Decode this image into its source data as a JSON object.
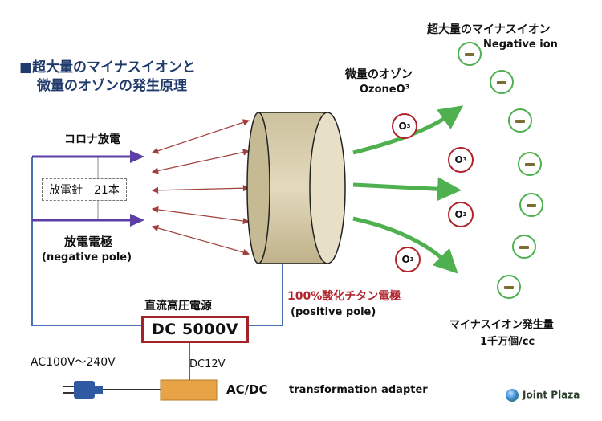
{
  "title": {
    "line1": "■超大量のマイナスイオンと",
    "line2": "微量のオゾンの発生原理"
  },
  "corona": "コロナ放電",
  "pins": "放電針　21本",
  "electrode": {
    "jp": "放電電極",
    "en": "(negative pole)"
  },
  "titanium": {
    "jp": "100%酸化チタン電極",
    "en": "(positive pole)"
  },
  "ozone": {
    "jp": "微量のオゾン",
    "en": "OzoneO³",
    "symbol": "O",
    "sup": "3"
  },
  "negative_ion": {
    "jp": "超大量のマイナスイオン",
    "en": "Negative ion"
  },
  "generation": {
    "jp": "マイナスイオン発生量",
    "amount": "1千万個/cc"
  },
  "power": {
    "jp": "直流高圧電源",
    "dc": "DC 5000V"
  },
  "ac_input": "AC100V～240V",
  "dc12": "DC12V",
  "acdc": "AC/DC",
  "adapter": "transformation adapter",
  "logo": "Joint Plaza",
  "colors": {
    "title": "#1f3a6b",
    "arrow_purple": "#5b3fa6",
    "arrow_green": "#4eb04e",
    "wire_blue": "#4a6fb5",
    "dc_border": "#a2242a",
    "cylinder": "#d9ceb0",
    "adapter": "#e8a347"
  },
  "icons": [
    "ion-minus-icon",
    "ozone-icon",
    "plug-icon",
    "logo-icon"
  ]
}
